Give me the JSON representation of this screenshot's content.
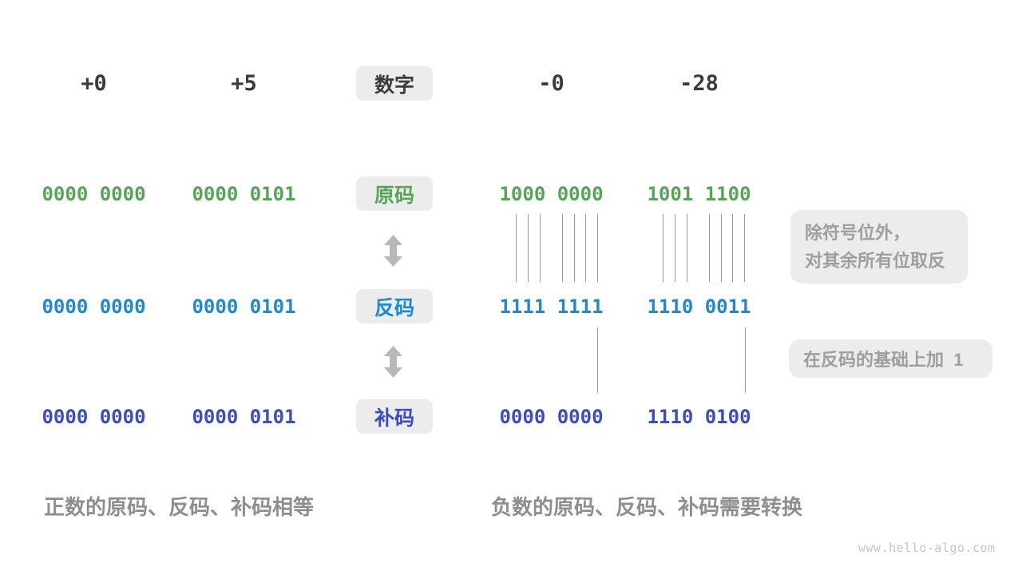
{
  "colors": {
    "sign_magnitude_green": "#57a457",
    "ones_complement_blue": "#1e88d2",
    "twos_complement_indigo": "#3b4cc0",
    "label_box_bg": "#ececec",
    "annotation_text_gray": "#9e9e9e",
    "header_text": "#3b3b3b",
    "arrow_gray": "#b8b8b8",
    "connector_line_gray": "#9b9b9b"
  },
  "header": {
    "pos_zero": "+0",
    "pos_five": "+5",
    "label": "数字",
    "neg_zero": "-0",
    "neg_twenty_eight": "-28"
  },
  "rows": [
    {
      "label": "原码",
      "pos_zero": "0000 0000",
      "pos_five": "0000 0101",
      "neg_zero": "1000 0000",
      "neg_twenty_eight": "1001 1100"
    },
    {
      "label": "反码",
      "pos_zero": "0000 0000",
      "pos_five": "0000 0101",
      "neg_zero": "1111 1111",
      "neg_twenty_eight": "1110 0011"
    },
    {
      "label": "补码",
      "pos_zero": "0000 0000",
      "pos_five": "0000 0101",
      "neg_zero": "0000 0000",
      "neg_twenty_eight": "1110 0100"
    }
  ],
  "annotations": {
    "invert_line1": "除符号位外，",
    "invert_line2": "对其余所有位取反",
    "add_one": "在反码的基础上加  1"
  },
  "captions": {
    "positive": "正数的原码、反码、补码相等",
    "negative": "负数的原码、反码、补码需要转换"
  },
  "watermark": "www.hello-algo.com"
}
